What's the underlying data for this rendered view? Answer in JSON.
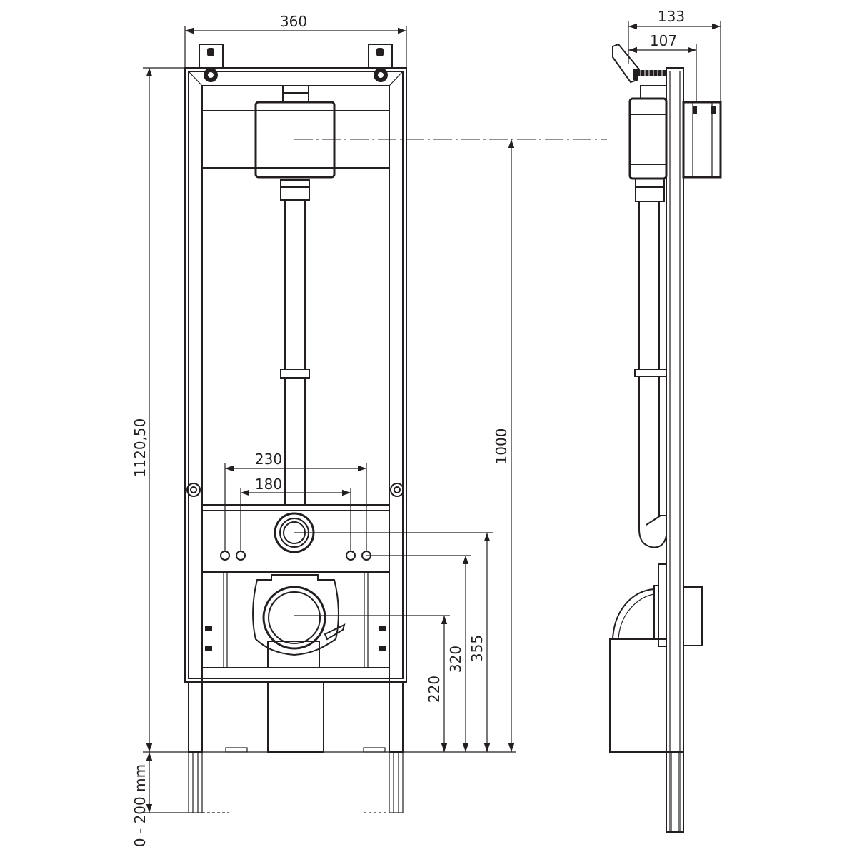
{
  "dimensions": {
    "width_top": "360",
    "side_depth_total": "133",
    "side_depth_partial": "107",
    "total_height": "1120,50",
    "flush_axis_height": "1000",
    "rod_spacing_outer": "230",
    "rod_spacing_inner": "180",
    "drain_axis_height": "220",
    "rod_height": "320",
    "supply_axis_height": "355",
    "leg_adjustment": "0 - 200 mm"
  },
  "colors": {
    "line": "#231f20",
    "background": "#ffffff"
  }
}
